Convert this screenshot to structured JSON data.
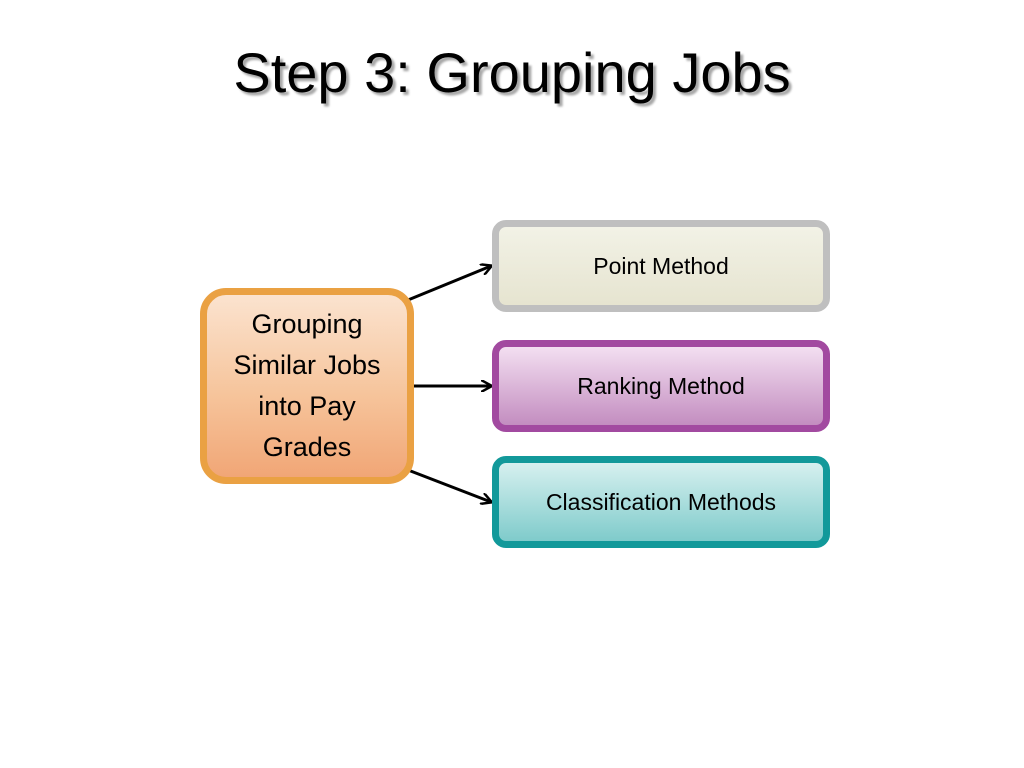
{
  "title": "Step 3: Grouping Jobs",
  "source": {
    "line1": "Grouping",
    "line2": "Similar Jobs",
    "line3": "into Pay",
    "line4": "Grades"
  },
  "targets": [
    {
      "label": "Point Method"
    },
    {
      "label": "Ranking Method"
    },
    {
      "label": "Classification Methods"
    }
  ],
  "colors": {
    "source_border": "#eaa143",
    "point_border": "#bfbfbf",
    "ranking_border": "#a24aa0",
    "classification_border": "#12999a",
    "arrow": "#000000"
  }
}
